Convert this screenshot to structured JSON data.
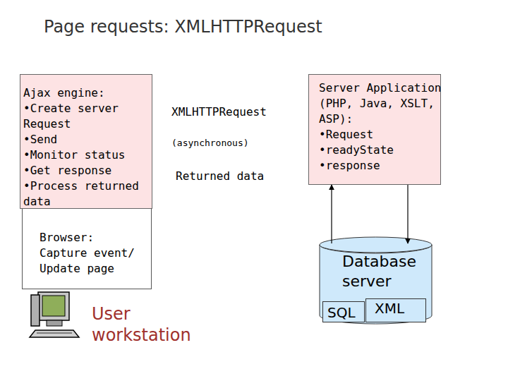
{
  "diagram": {
    "title": "Page requests: XMLHTTPRequest",
    "nodes": [
      {
        "text": [
          "Browser: Capture event/ Update page"
        ]
      },
      {
        "text": [
          "Ajax engine:",
          "•Create server Request",
          "•Send",
          "•Monitor status",
          "•Get response",
          "•Process returned data"
        ],
        "in": 0
      },
      {
        "text": [
          "Server Application (PHP, Java, XSLT, ASP):",
          "•Request",
          "•readyState",
          "•response"
        ]
      },
      {
        "text": [
          "Database server"
        ]
      },
      {
        "text": [
          "SQL"
        ],
        "in": 3
      },
      {
        "text": [
          "XML"
        ],
        "in": 3
      }
    ],
    "edges": [
      {
        "from": 3,
        "to": 2,
        "arrow": "to"
      },
      {
        "from": 2,
        "to": 3,
        "arrow": "to"
      }
    ],
    "labels": [
      "XMLHTTPRequest",
      "(asynchronous)",
      "Returned data",
      "User workstation"
    ]
  }
}
